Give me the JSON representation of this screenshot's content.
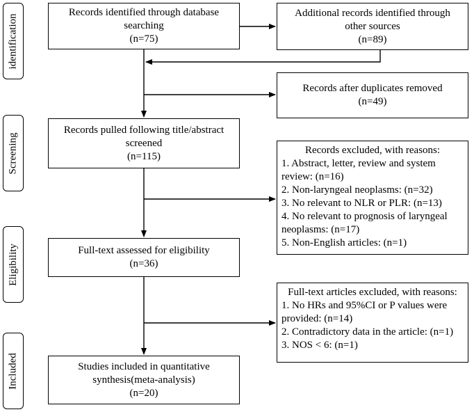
{
  "stages": [
    {
      "id": "identification",
      "label": "identification"
    },
    {
      "id": "screening",
      "label": "Screening"
    },
    {
      "id": "eligibility",
      "label": "Eligibility"
    },
    {
      "id": "included",
      "label": "Included"
    }
  ],
  "boxes": {
    "database_search": {
      "lines": [
        "Records identified through database",
        "searching",
        "(n=75)"
      ]
    },
    "other_sources": {
      "lines": [
        "Additional records identified through",
        "other sources",
        "(n=89)"
      ]
    },
    "duplicates_removed": {
      "lines": [
        "Records after duplicates removed",
        "(n=49)"
      ]
    },
    "title_abstract": {
      "lines": [
        "Records pulled following title/abstract",
        "screened",
        "(n=115)"
      ]
    },
    "records_excluded": {
      "heading": "Records excluded, with reasons:",
      "lines": [
        "1. Abstract, letter, review and system",
        "review: (n=16)",
        "2. Non-laryngeal neoplasms: (n=32)",
        "3. No relevant to NLR or PLR: (n=13)",
        "4. No relevant to prognosis of laryngeal",
        "neoplasms: (n=17)",
        "5. Non-English articles: (n=1)"
      ]
    },
    "full_text": {
      "lines": [
        "Full-text assessed for eligibility",
        "(n=36)"
      ]
    },
    "full_text_excluded": {
      "heading": "Full-text articles excluded, with reasons:",
      "lines": [
        "1. No HRs and 95%CI or P values  were",
        "provided: (n=14)",
        "2. Contradictory data in the article: (n=1)",
        "3. NOS < 6: (n=1)"
      ]
    },
    "included": {
      "lines": [
        "Studies included in quantitative",
        "synthesis(meta-analysis)",
        "(n=20)"
      ]
    }
  }
}
